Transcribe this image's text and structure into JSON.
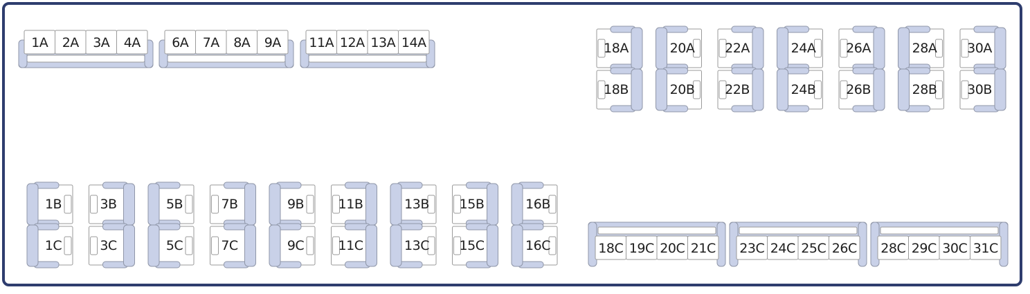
{
  "colors": {
    "frame": "#2e3d6e",
    "cushion": "#c9d1e8",
    "cushion_stroke": "#8f96a8",
    "cell_stroke": "#9a9a9a",
    "text": "#1e1e1e"
  },
  "sofas_top": [
    {
      "seats": [
        "1A",
        "2A",
        "3A",
        "4A"
      ]
    },
    {
      "seats": [
        "6A",
        "7A",
        "8A",
        "9A"
      ]
    },
    {
      "seats": [
        "11A",
        "12A",
        "13A",
        "14A"
      ]
    }
  ],
  "sofas_bottom": [
    {
      "seats": [
        "18C",
        "19C",
        "20C",
        "21C"
      ]
    },
    {
      "seats": [
        "23C",
        "24C",
        "25C",
        "26C"
      ]
    },
    {
      "seats": [
        "28C",
        "29C",
        "30C",
        "31C"
      ]
    }
  ],
  "chair_pairs_right": [
    {
      "top": "18A",
      "bottom": "18B",
      "facing": "left"
    },
    {
      "top": "20A",
      "bottom": "20B",
      "facing": "right"
    },
    {
      "top": "22A",
      "bottom": "22B",
      "facing": "left"
    },
    {
      "top": "24A",
      "bottom": "24B",
      "facing": "right"
    },
    {
      "top": "26A",
      "bottom": "26B",
      "facing": "left"
    },
    {
      "top": "28A",
      "bottom": "28B",
      "facing": "right"
    },
    {
      "top": "30A",
      "bottom": "30B",
      "facing": "left"
    }
  ],
  "chair_pairs_left": [
    {
      "top": "1B",
      "bottom": "1C",
      "facing": "right"
    },
    {
      "top": "3B",
      "bottom": "3C",
      "facing": "left"
    },
    {
      "top": "5B",
      "bottom": "5C",
      "facing": "right"
    },
    {
      "top": "7B",
      "bottom": "7C",
      "facing": "left"
    },
    {
      "top": "9B",
      "bottom": "9C",
      "facing": "right"
    },
    {
      "top": "11B",
      "bottom": "11C",
      "facing": "left"
    },
    {
      "top": "13B",
      "bottom": "13C",
      "facing": "right"
    },
    {
      "top": "15B",
      "bottom": "15C",
      "facing": "left"
    },
    {
      "top": "16B",
      "bottom": "16C",
      "facing": "right"
    }
  ]
}
